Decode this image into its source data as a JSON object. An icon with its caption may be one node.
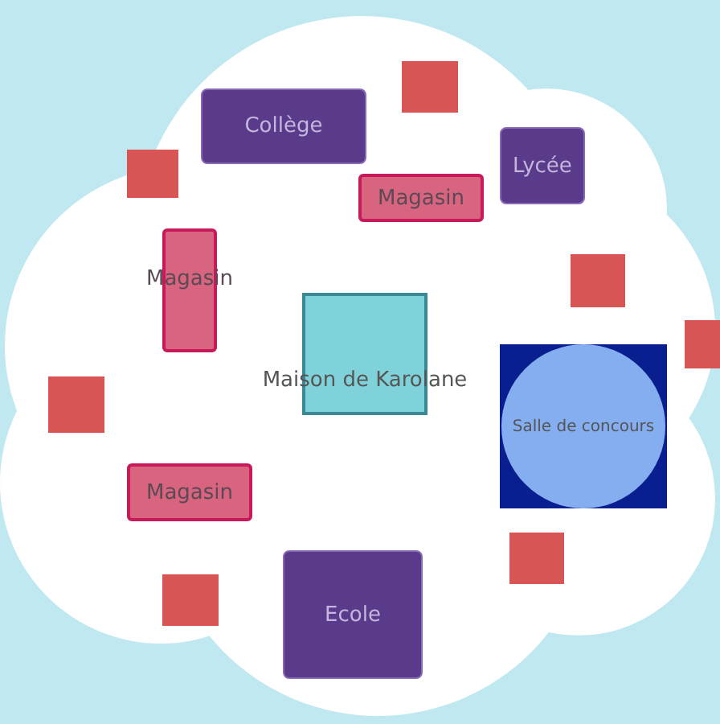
{
  "diagram": {
    "nodes": [
      {
        "text": [],
        "shape": "box"
      },
      {
        "text": [
          "Collège"
        ]
      },
      {
        "text": [
          "Lycée"
        ]
      },
      {
        "text": [],
        "shape": "box"
      },
      {
        "text": [
          "Magasin"
        ]
      },
      {
        "text": [
          "Magasin"
        ]
      },
      {
        "text": [],
        "shape": "box"
      },
      {
        "text": [
          "Maison de Karolane"
        ]
      },
      {
        "text": [],
        "shape": "box"
      },
      {
        "text": [],
        "shape": "box"
      },
      {
        "text": [
          "Salle de concours"
        ],
        "in": 9
      },
      {
        "text": [],
        "shape": "box"
      },
      {
        "text": [
          "Magasin"
        ]
      },
      {
        "text": [],
        "shape": "box"
      },
      {
        "text": [
          "Ecole"
        ]
      },
      {
        "text": [],
        "shape": "box"
      }
    ]
  }
}
